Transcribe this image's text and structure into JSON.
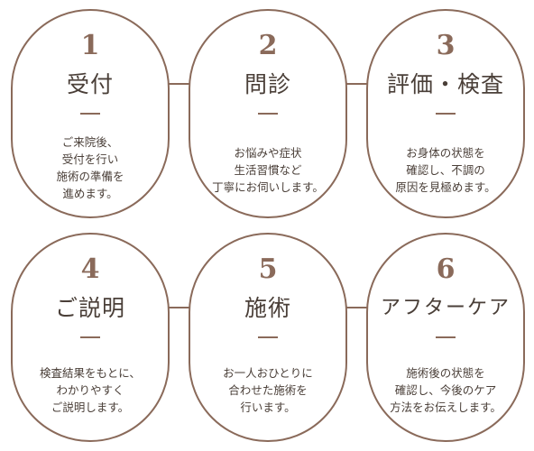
{
  "colors": {
    "accent": "#8a6a5a",
    "text": "#4a3f38",
    "background": "#ffffff"
  },
  "steps": [
    {
      "number": "1",
      "title": "受付",
      "description": [
        "ご来院後、",
        "受付を行い",
        "施術の準備を",
        "進めます。"
      ]
    },
    {
      "number": "2",
      "title": "問診",
      "description": [
        "お悩みや症状",
        "生活習慣など",
        "丁寧にお伺いします。"
      ]
    },
    {
      "number": "3",
      "title": "評価・検査",
      "description": [
        "お身体の状態を",
        "確認し、不調の",
        "原因を見極めます。"
      ]
    },
    {
      "number": "4",
      "title": "ご説明",
      "description": [
        "検査結果をもとに、",
        "わかりやすく",
        "ご説明します。"
      ]
    },
    {
      "number": "5",
      "title": "施術",
      "description": [
        "お一人おひとりに",
        "合わせた施術を",
        "行います。"
      ]
    },
    {
      "number": "6",
      "title": "アフターケア",
      "description": [
        "施術後の状態を",
        "確認し、今後のケア",
        "方法をお伝えします。"
      ]
    }
  ]
}
